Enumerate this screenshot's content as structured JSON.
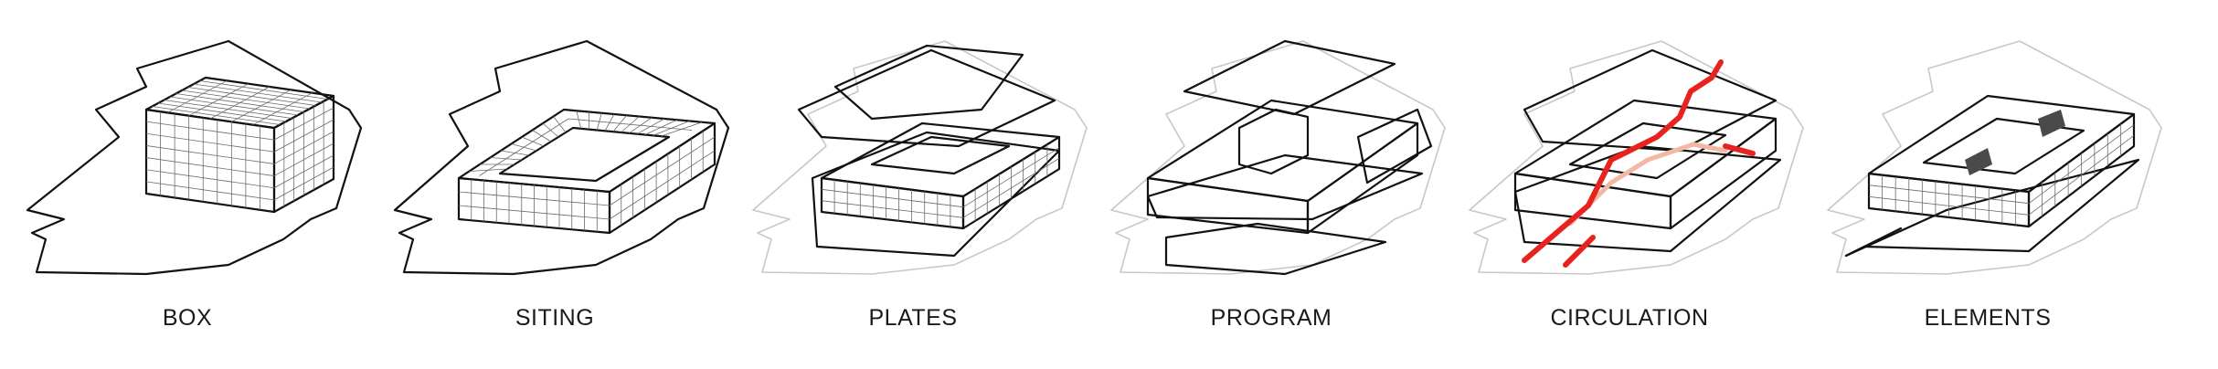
{
  "diagram": {
    "steps": [
      {
        "id": "box",
        "label": "BOX"
      },
      {
        "id": "siting",
        "label": "SITING"
      },
      {
        "id": "plates",
        "label": "PLATES"
      },
      {
        "id": "program",
        "label": "PROGRAM"
      },
      {
        "id": "circulation",
        "label": "CIRCULATION"
      },
      {
        "id": "elements",
        "label": "ELEMENTS"
      }
    ],
    "colors": {
      "line": "#111111",
      "grid": "#6a6a6a",
      "faint_outline": "#c8c8c8",
      "program_gray": "#9a9a9a",
      "circulation_red": "#e8231f",
      "circulation_faded": "#f2b8a4"
    }
  }
}
